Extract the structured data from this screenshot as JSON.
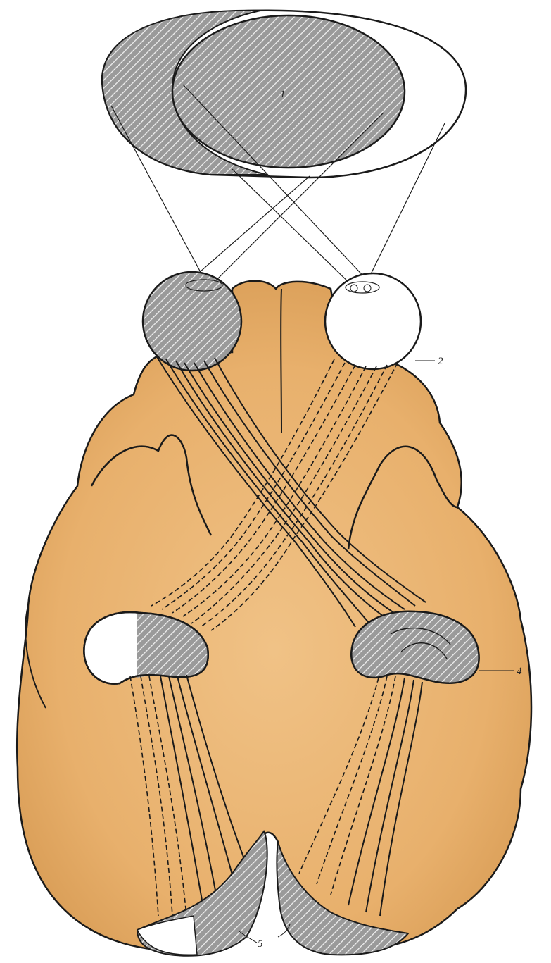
{
  "labels": {
    "visual_field": "1",
    "eye": "2",
    "lateral_geniculate": "4",
    "visual_cortex": "5"
  },
  "colors": {
    "brain_fill": "#e9b371",
    "brain_fill_dark": "#d9a05a",
    "outline": "#1a1a1a",
    "hatch_bg": "#9a9a9a",
    "hatch_line": "#f2f2f2",
    "white": "#ffffff"
  }
}
